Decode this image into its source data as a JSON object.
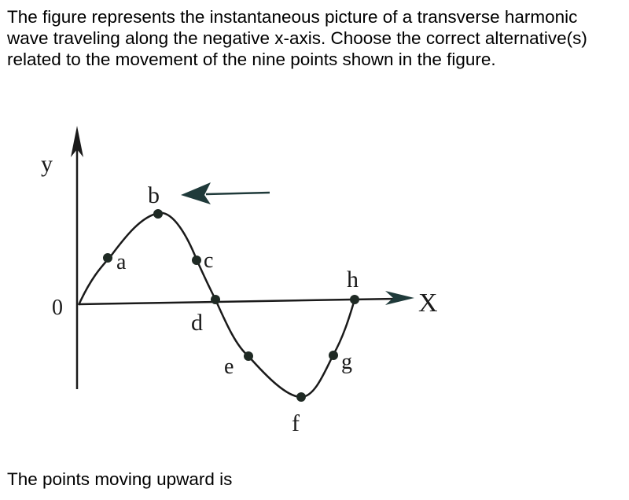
{
  "question": {
    "text": "The figure represents the instantaneous picture of a transverse harmonic wave traveling along the negative x-axis. Choose the correct alternative(s) related to the movement of the nine points shown in the figure."
  },
  "figure": {
    "axis_labels": {
      "y": "y",
      "x": "X",
      "origin": "0"
    },
    "wave_direction": "negative x (arrow pointing left)",
    "points": [
      {
        "label": "a",
        "position": "rising, above axis"
      },
      {
        "label": "b",
        "position": "crest"
      },
      {
        "label": "c",
        "position": "falling, above axis"
      },
      {
        "label": "d",
        "position": "on axis"
      },
      {
        "label": "e",
        "position": "falling, below axis"
      },
      {
        "label": "f",
        "position": "trough"
      },
      {
        "label": "g",
        "position": "rising, below axis"
      },
      {
        "label": "h",
        "position": "on axis"
      }
    ],
    "colors": {
      "curve": "#1a1a1a",
      "arrow": "#1f3a3a",
      "points": "#1f2a24"
    }
  },
  "sub_question": {
    "text": "The points moving upward is"
  }
}
